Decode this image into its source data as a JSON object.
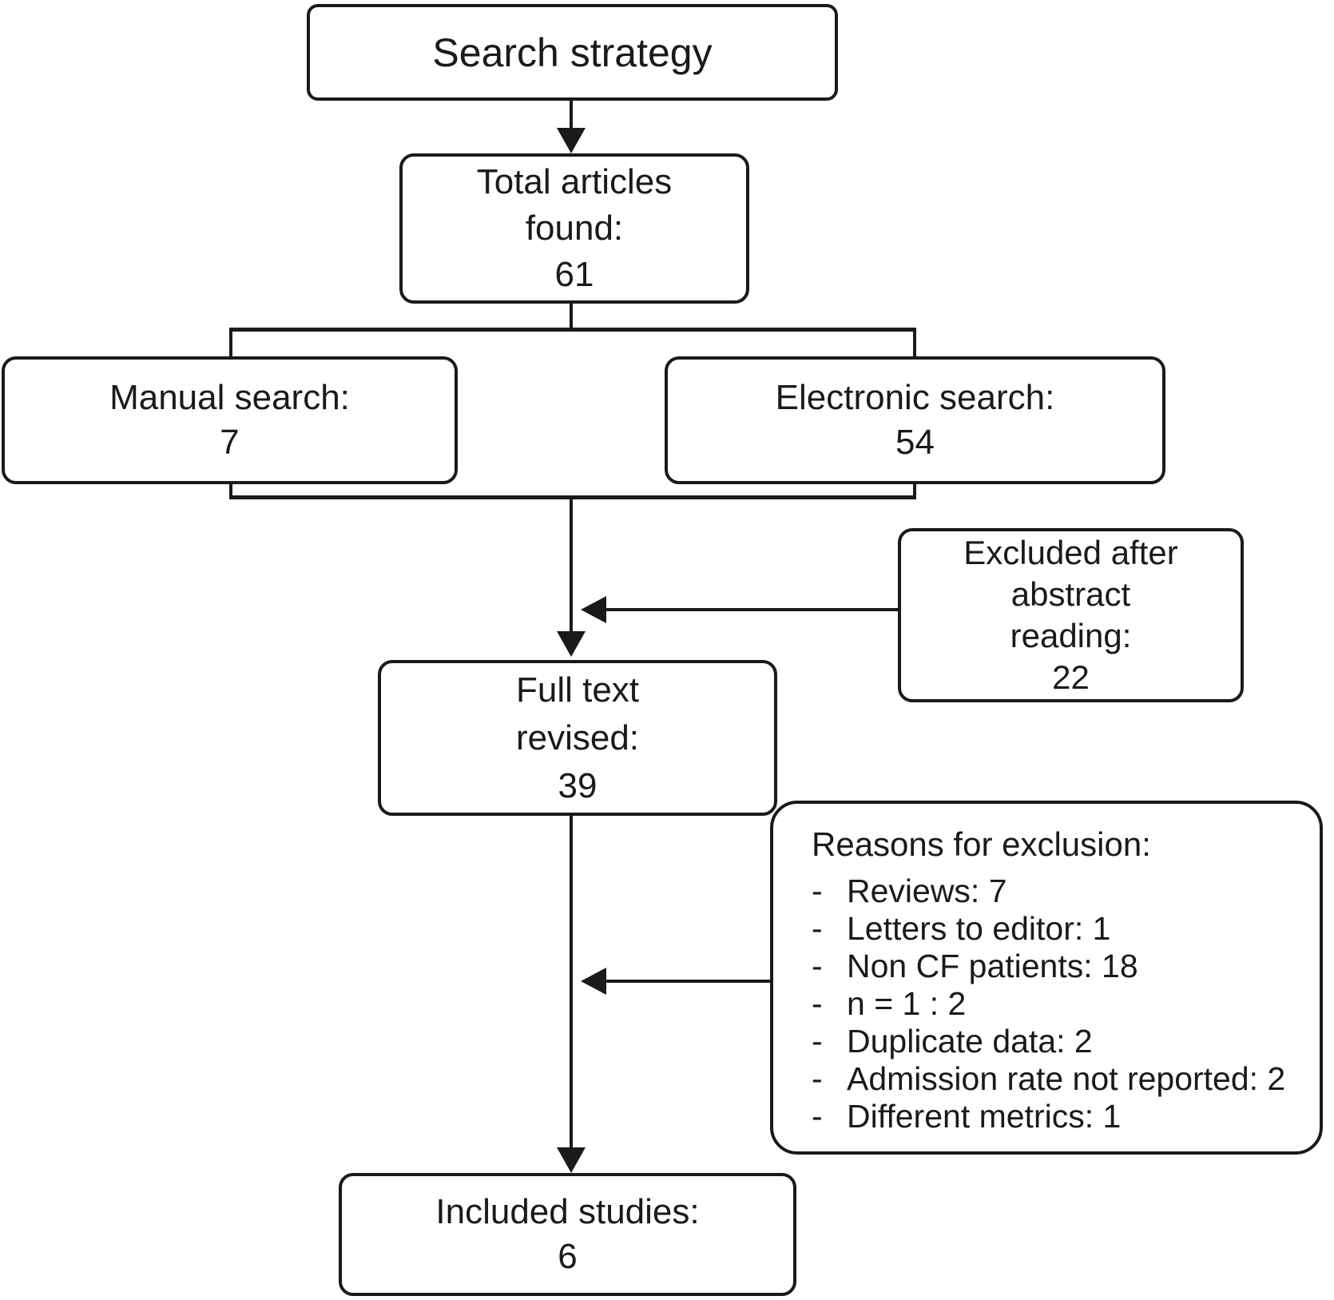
{
  "colors": {
    "line": "#1a1a1a",
    "text": "#1a1a1a",
    "background": "#ffffff"
  },
  "nodes": {
    "search_strategy": {
      "lines": [
        "Search strategy"
      ]
    },
    "total_articles": {
      "lines": [
        "Total articles",
        "found:",
        "61"
      ]
    },
    "manual_search": {
      "lines": [
        "Manual search:",
        "7"
      ]
    },
    "electronic_search": {
      "lines": [
        "Electronic search:",
        "54"
      ]
    },
    "excluded_after_abstract": {
      "lines": [
        "Excluded after",
        "abstract",
        "reading:",
        "22"
      ]
    },
    "full_text_revised": {
      "lines": [
        "Full text",
        "revised:",
        "39"
      ]
    },
    "reasons_for_exclusion": {
      "title": "Reasons for exclusion:",
      "bullet": "-",
      "items": [
        "Reviews: 7",
        "Letters to editor: 1",
        "Non CF patients: 18",
        "n = 1 : 2",
        "Duplicate data: 2",
        "Admission rate not reported: 2",
        "Different metrics: 1"
      ]
    },
    "included_studies": {
      "lines": [
        "Included studies:",
        "6"
      ]
    }
  }
}
